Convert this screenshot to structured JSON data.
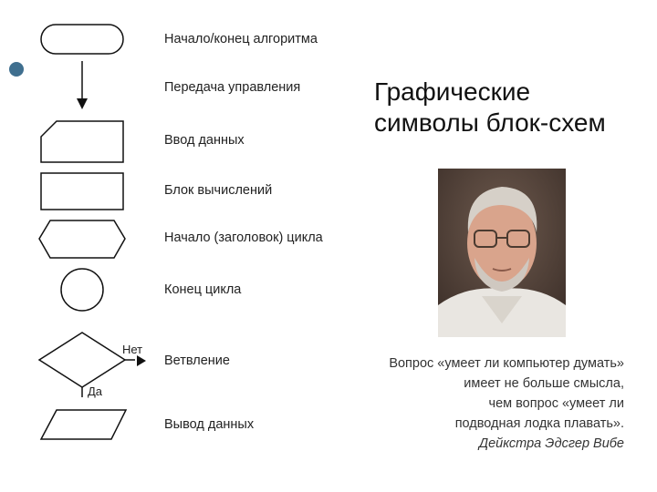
{
  "slide": {
    "title_line1": "Графические",
    "title_line2": "символы блок-схем"
  },
  "symbols": [
    {
      "label": "Начало/конец алгоритма"
    },
    {
      "label": "Передача управления"
    },
    {
      "label": "Ввод данных"
    },
    {
      "label": "Блок вычислений"
    },
    {
      "label": "Начало (заголовок) цикла"
    },
    {
      "label": "Конец цикла"
    },
    {
      "label": "Ветвление"
    },
    {
      "label": "Вывод данных"
    }
  ],
  "branch": {
    "no_label": "Нет",
    "yes_label": "Да"
  },
  "quote": {
    "line1": "Вопрос «умеет ли компьютер думать»",
    "line2": "имеет не больше смысла,",
    "line3": "чем вопрос «умеет ли",
    "line4": "подводная лодка плавать».",
    "author": "Дейкстра Эдсгер Вибе"
  },
  "photo": {
    "subject": "portrait-photo"
  }
}
